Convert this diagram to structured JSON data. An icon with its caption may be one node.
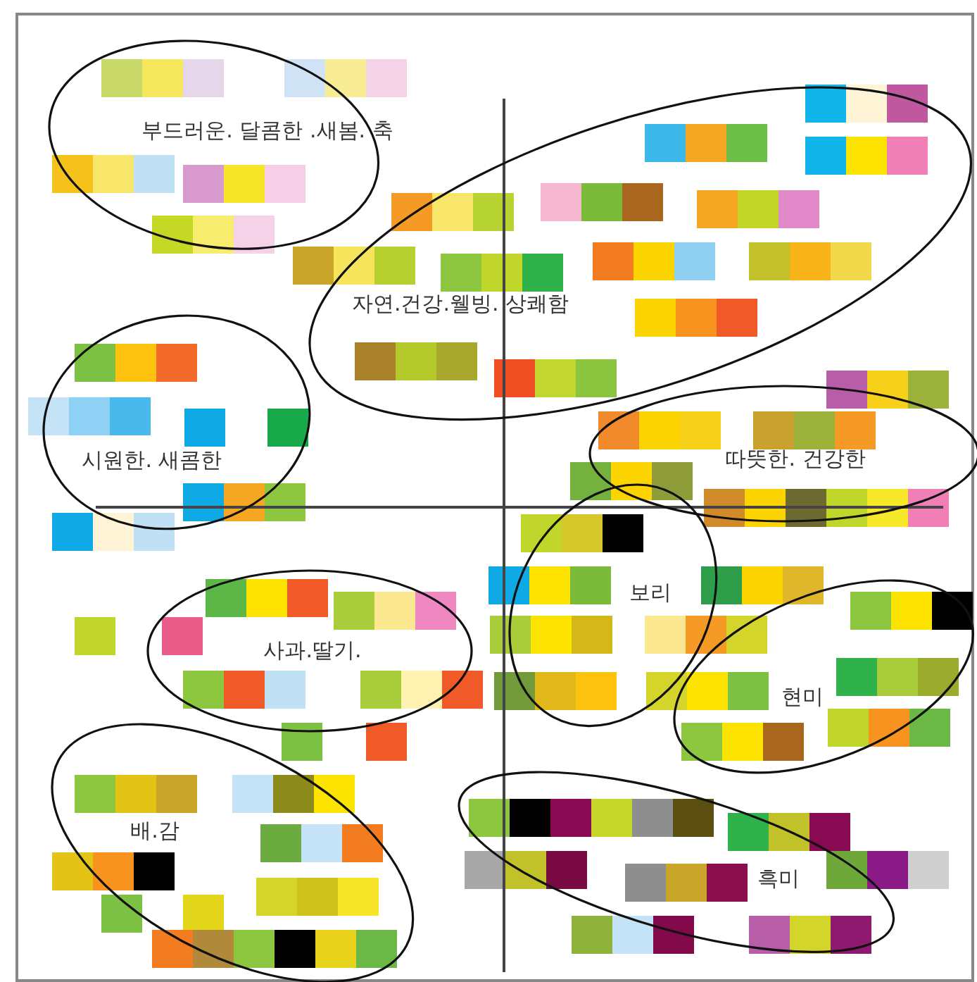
{
  "diagram": {
    "nodes": [
      {
        "text": [
          "부드러운. 달콤한 .새봄. 축"
        ]
      },
      {
        "text": [
          "자연.건강.웰빙. 상쾌함"
        ]
      },
      {
        "text": [
          "시원한. 새콤한"
        ]
      },
      {
        "text": [
          "따뜻한. 건강한"
        ]
      },
      {
        "text": [
          "사과.딸기."
        ]
      },
      {
        "text": [
          "배.감"
        ]
      },
      {
        "text": [
          "보리"
        ]
      },
      {
        "text": [
          "현미"
        ]
      },
      {
        "text": [
          "흑미"
        ]
      }
    ]
  }
}
